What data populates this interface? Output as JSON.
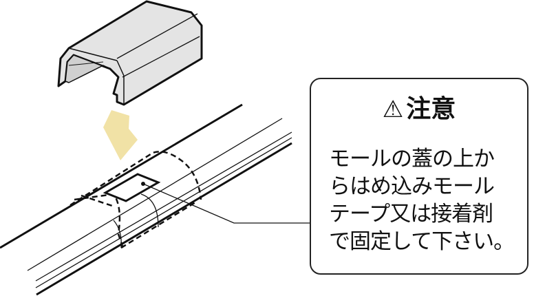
{
  "caution": {
    "icon": "warning-triangle-icon",
    "title": "注意",
    "lines": [
      "モールの蓋の上か",
      "らはめ込みモール",
      "テープ又は接着剤",
      "で固定して下さい。"
    ]
  },
  "colors": {
    "arrow": "#f1e2a6",
    "cap": "#e4e4e4",
    "line": "#111111"
  }
}
